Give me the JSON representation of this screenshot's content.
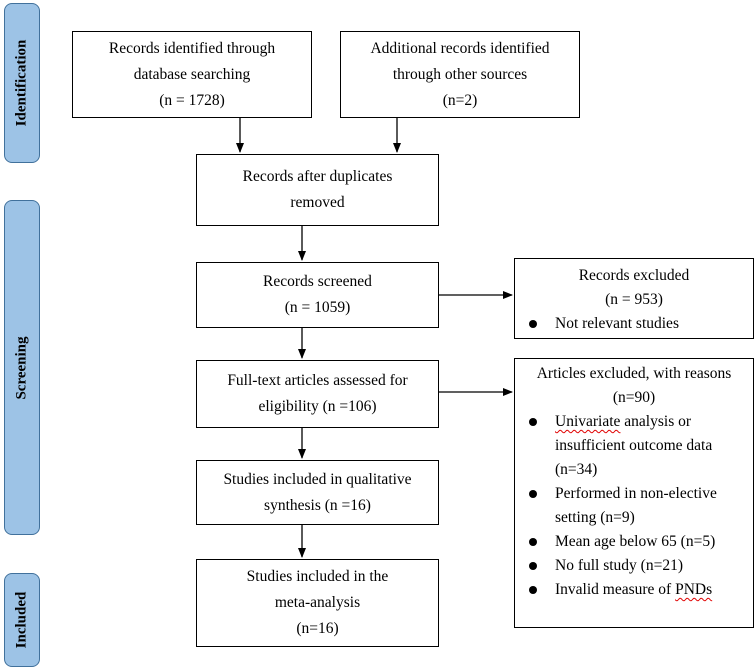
{
  "phases": {
    "identification": "Identification",
    "screening": "Screening",
    "included": "Included"
  },
  "boxes": {
    "database": {
      "line1": "Records identified through",
      "line2": "database searching",
      "line3": "(n = 1728)"
    },
    "other": {
      "line1": "Additional records identified",
      "line2": "through other sources",
      "line3": "(n=2)"
    },
    "duplicates": {
      "line1": "Records after duplicates",
      "line2": "removed"
    },
    "screened": {
      "line1": "Records screened",
      "line2": "(n = 1059)"
    },
    "fulltext": {
      "line1": "Full-text articles assessed for",
      "line2": "eligibility (n =106)"
    },
    "qualitative": {
      "line1": "Studies included in qualitative",
      "line2": "synthesis (n =16)"
    },
    "meta": {
      "line1": "Studies included in the",
      "line2": "meta-analysis",
      "line3": "(n=16)"
    }
  },
  "excluded_records": {
    "title": "Records excluded",
    "count": "(n = 953)",
    "reasons": [
      "Not relevant studies"
    ]
  },
  "excluded_articles": {
    "title": "Articles excluded, with reasons",
    "count": "(n=90)",
    "reason1_word": "Univariate",
    "reason1_rest": " analysis or insufficient outcome data (n=34)",
    "reason2": "Performed in non-elective setting (n=9)",
    "reason3": "Mean age below 65 (n=5)",
    "reason4": "No full study (n=21)",
    "reason5_pre": "Invalid measure of ",
    "reason5_word": "PNDs"
  }
}
